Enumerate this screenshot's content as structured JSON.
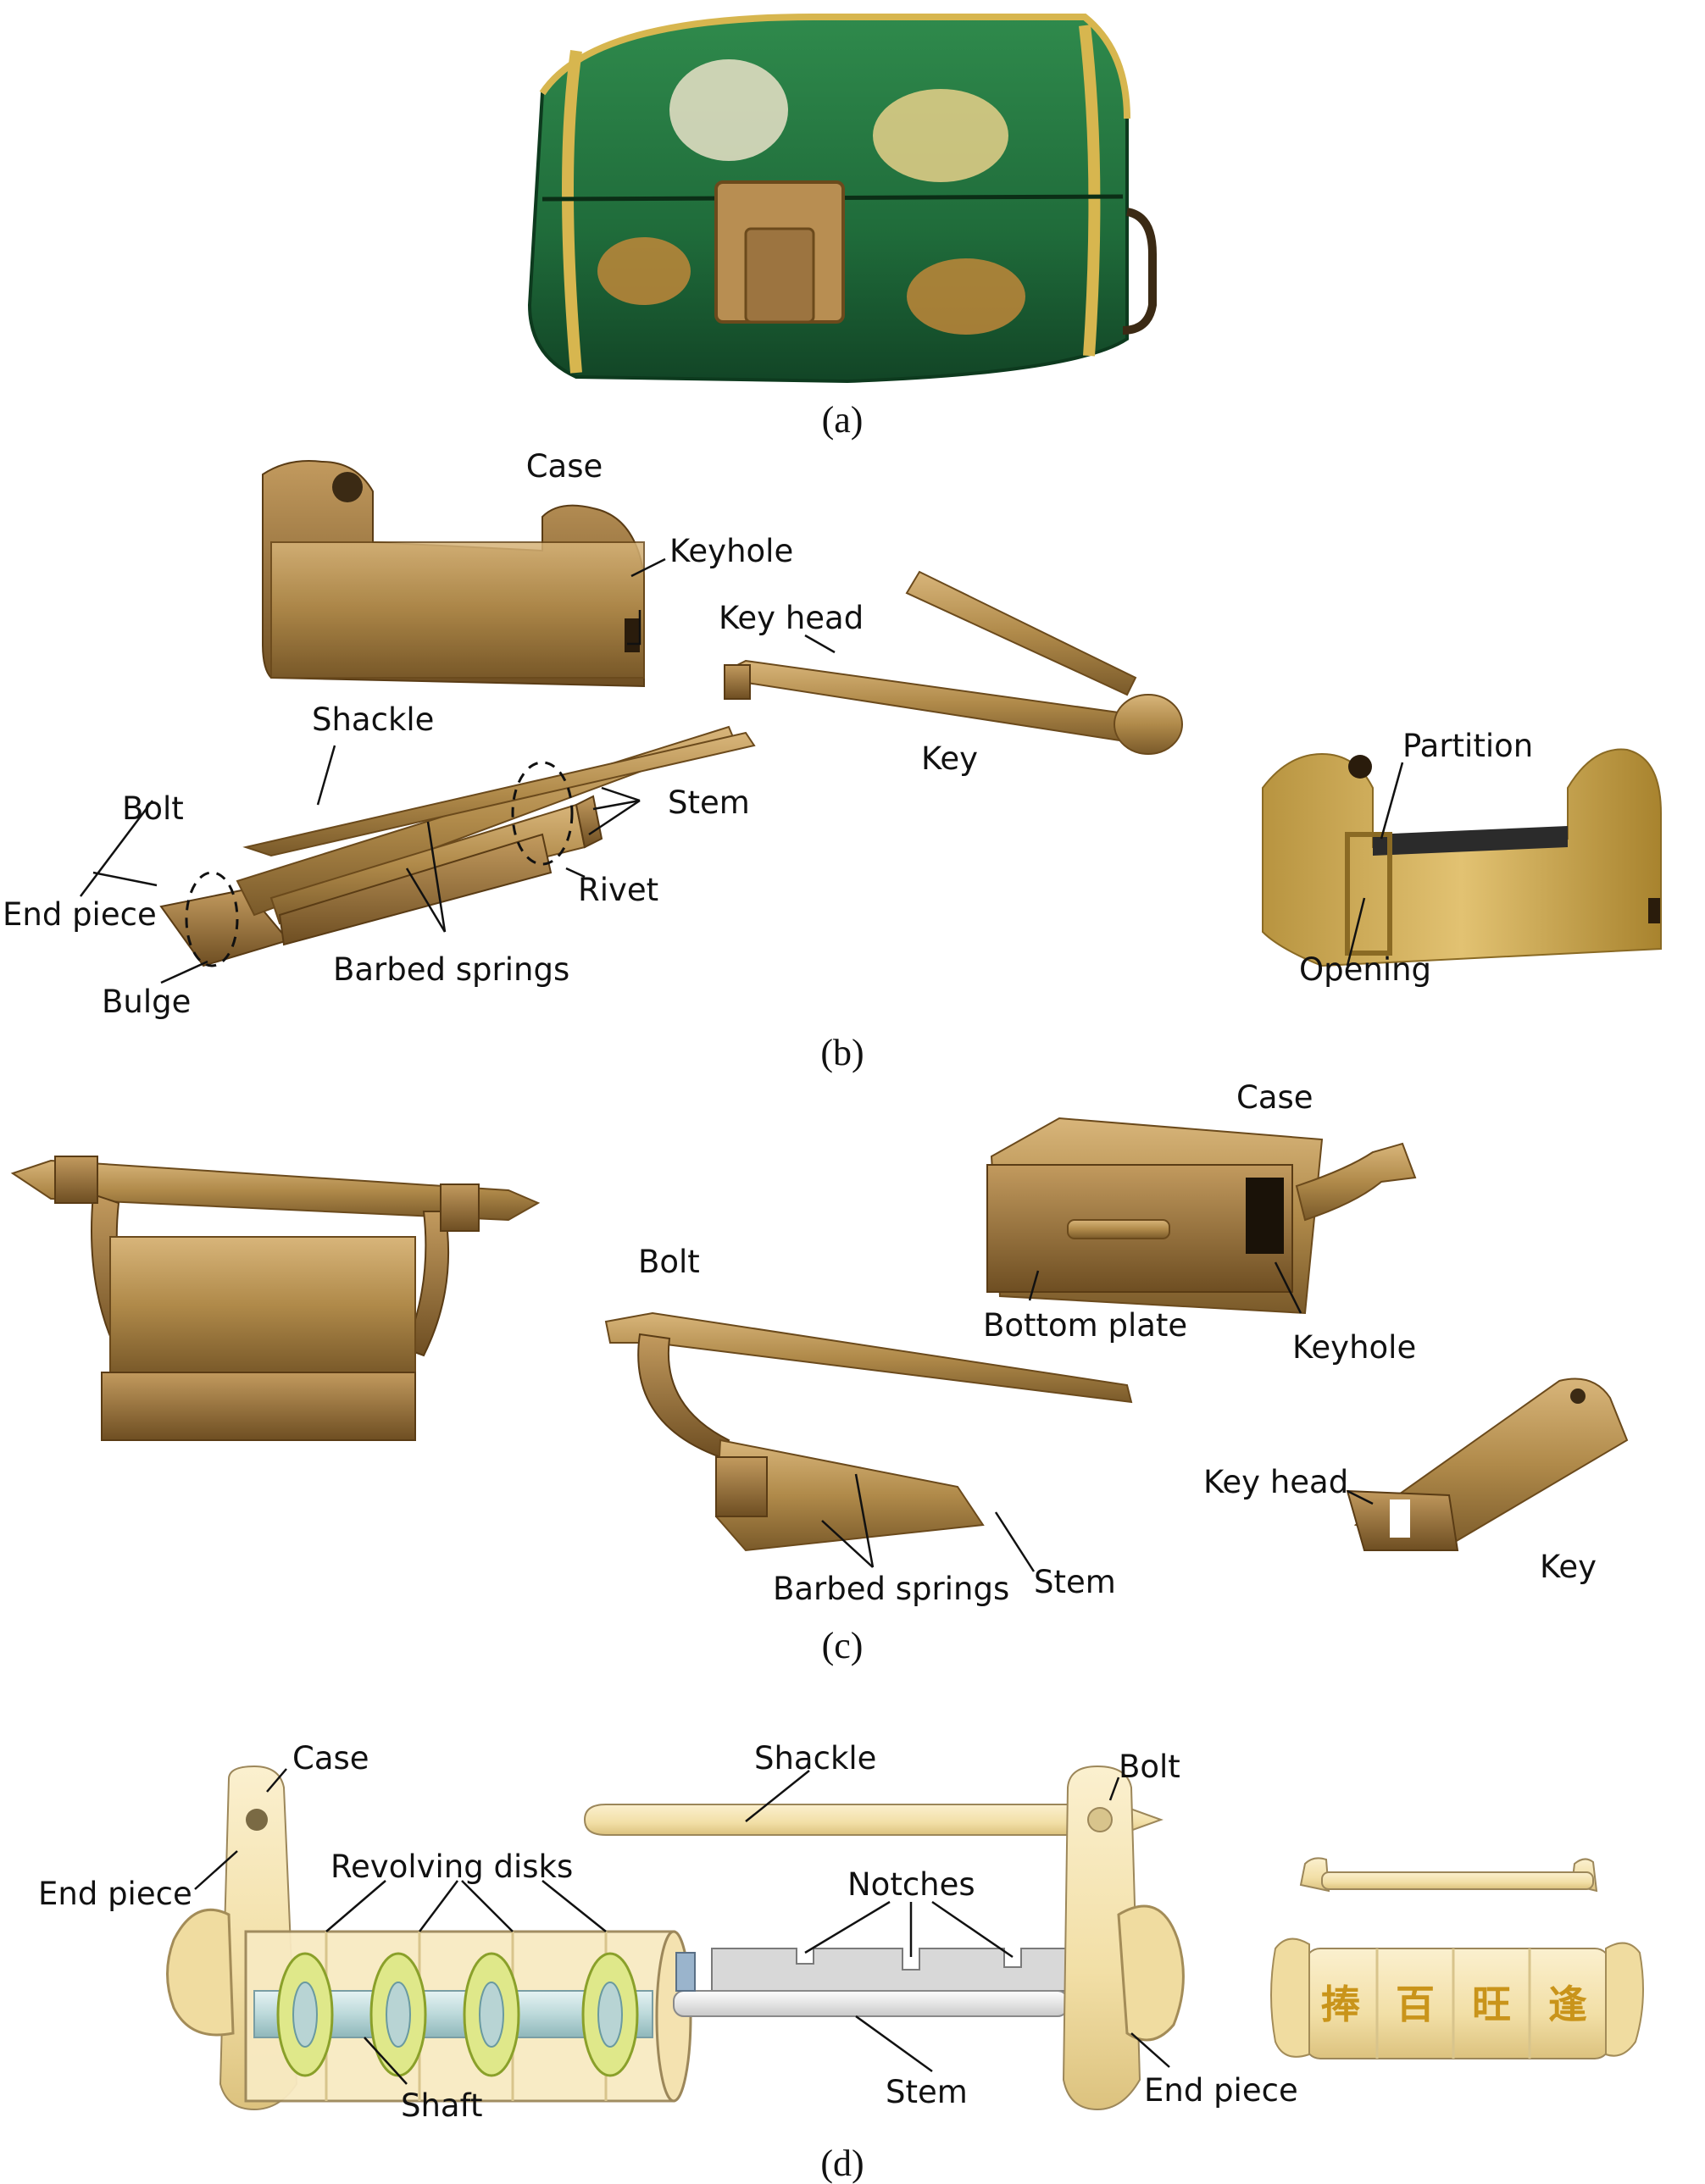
{
  "panels": {
    "a": {
      "caption": "(a)"
    },
    "b": {
      "caption": "(b)",
      "labels": {
        "case": "Case",
        "keyhole": "Keyhole",
        "key_head": "Key head",
        "key": "Key",
        "shackle": "Shackle",
        "bolt": "Bolt",
        "stem": "Stem",
        "end_piece": "End piece",
        "rivet": "Rivet",
        "barbed_springs": "Barbed springs",
        "bulge": "Bulge",
        "partition": "Partition",
        "opening": "Opening"
      }
    },
    "c": {
      "caption": "(c)",
      "labels": {
        "case": "Case",
        "bolt": "Bolt",
        "bottom_plate": "Bottom plate",
        "keyhole": "Keyhole",
        "key_head": "Key head",
        "key": "Key",
        "barbed_springs": "Barbed springs",
        "stem": "Stem"
      }
    },
    "d": {
      "caption": "(d)",
      "labels": {
        "case": "Case",
        "shackle": "Shackle",
        "bolt": "Bolt",
        "end_piece_left": "End piece",
        "revolving_disks": "Revolving disks",
        "notches": "Notches",
        "shaft": "Shaft",
        "stem": "Stem",
        "end_piece_right": "End piece"
      },
      "disk_characters": [
        "捧",
        "百",
        "旺",
        "逢"
      ]
    }
  },
  "colors": {
    "box_green": "#1f6b3a",
    "brass": "#b08a4a",
    "gold": "#c9a24a",
    "cream": "#f4e3b0",
    "disk_ring": "#dfe88a"
  }
}
